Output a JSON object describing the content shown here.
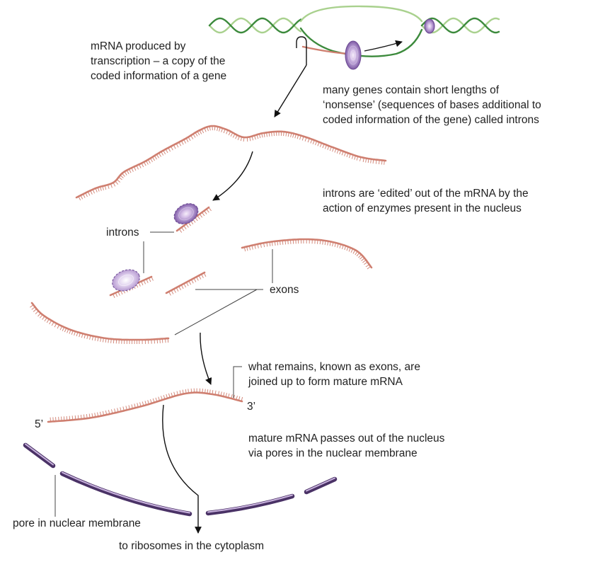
{
  "labels": {
    "mrna_produced": "mRNA produced by\ntranscription – a copy of the\ncoded information of a gene",
    "introns_nonsense": "many genes contain short lengths of\n‘nonsense’ (sequences of bases additional to\ncoded information of the gene) called introns",
    "introns_edited": "introns are ‘edited’ out of the mRNA by the\naction of enzymes present in the nucleus",
    "introns": "introns",
    "exons": "exons",
    "what_remains": "what remains, known as exons, are\njoined up to form mature mRNA",
    "five_prime": "5’",
    "three_prime": "3’",
    "mature_mrna_passes": "mature mRNA passes out of the nucleus\nvia pores in the nuclear membrane",
    "pore": "pore in nuclear membrane",
    "to_ribosomes": "to ribosomes in the cytoplasm"
  },
  "colors": {
    "mrna": "#cf7f70",
    "dna_dark": "#3c8a3c",
    "dna_light": "#a9d18e",
    "enzyme": "#8e6bb0",
    "membrane": "#5a3e78",
    "membrane_light": "#b79bd1",
    "arrow": "#111111",
    "leader": "#444444"
  }
}
